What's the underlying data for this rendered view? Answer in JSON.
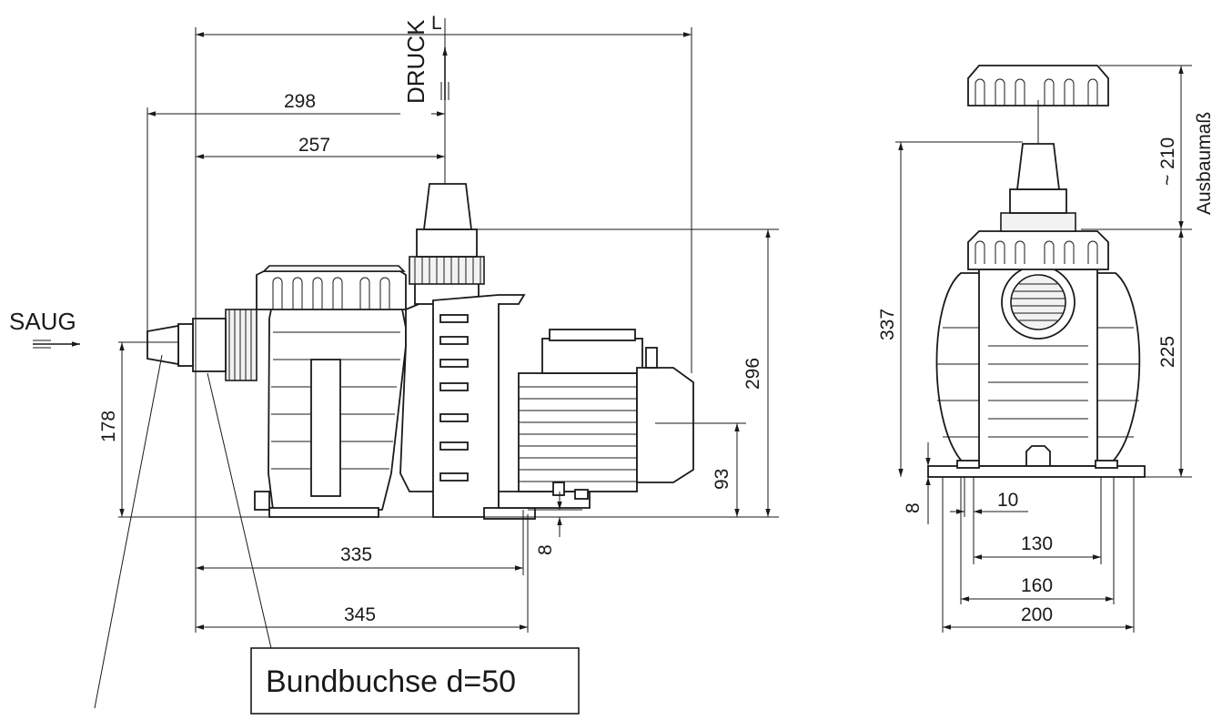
{
  "labels": {
    "suction": "SAUG",
    "pressure": "DRUCK",
    "length_symbol": "L",
    "flange_bushing": "Bundbuchse d=50",
    "removal_dimension": "Ausbaumaß"
  },
  "dimensions": {
    "d298": "298",
    "d257": "257",
    "d178": "178",
    "d296": "296",
    "d93": "93",
    "d8_front": "8",
    "d335": "335",
    "d345": "345",
    "d337": "337",
    "d225": "225",
    "d210": "~ 210",
    "d8_side": "8",
    "d10": "10",
    "d130": "130",
    "d160": "160",
    "d200": "200"
  }
}
